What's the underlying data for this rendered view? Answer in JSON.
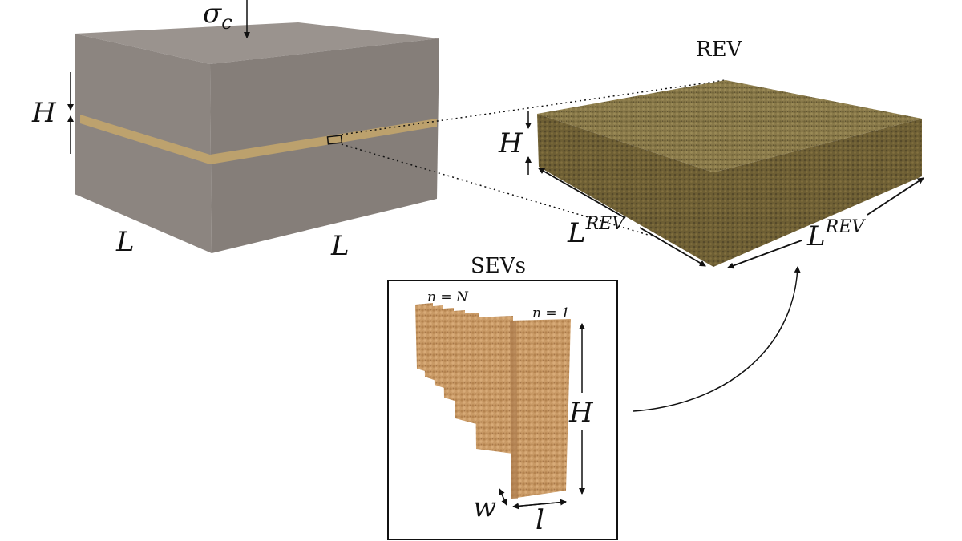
{
  "labels": {
    "sigma_base": "σ",
    "sigma_sub": "c",
    "h_big": "H",
    "l_left": "L",
    "l_right": "L",
    "rev_title": "REV",
    "h_rev": "H",
    "lrev_left_base": "L",
    "lrev_left_sup": "REV",
    "lrev_right_base": "L",
    "lrev_right_sup": "REV",
    "sevs_title": "SEVs",
    "n_N": "n = N",
    "n_1": "n = 1",
    "h_sev": "H",
    "w_sev": "w",
    "l_sev": "l"
  },
  "colors": {
    "cube_top": "#9c9590",
    "cube_front": "#8f8883",
    "cube_side": "#7f7873",
    "band": "#c8a86a",
    "rev_top": "#8a7a4a",
    "rev_side": "#6e5f34",
    "sev_fill": "#c99a66",
    "sev_shade": "#a8784a"
  }
}
